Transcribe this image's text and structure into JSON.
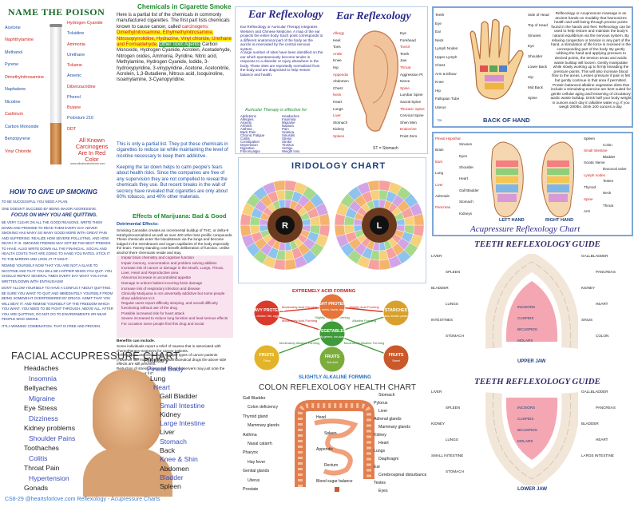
{
  "poison": {
    "title": "NAME THE POISON",
    "left_labels": [
      "Acetone",
      "Naphthylamine",
      "Methanol",
      "Pyrene",
      "Dimethylnitrosamine",
      "Naphalene",
      "Nicotine",
      "Cadmium",
      "Carbon Monoxide",
      "Benzopyrene",
      "Vinyl Chloride"
    ],
    "right_labels": [
      "Hydrogen Cyanide",
      "Toluidine",
      "Ammonia",
      "Urethane",
      "Toluene",
      "Arsenic",
      "Dibenzacridine",
      "Phenol",
      "Butane",
      "Polonium 210",
      "DDT"
    ],
    "carcinogen_note": "All Known Carcinogens Are In Red Color",
    "credit": "www.allnaturalnetwork.com"
  },
  "chemicals": {
    "title": "Chemicals in Cigarette Smoke",
    "intro": "Here is a partial list of the chemicals in commonly manufactured cigarettes. The first part lists chemicals known to cause cancer, called",
    "carcinogens_word": "carcinogens:",
    "carcinogen_list": "Dimethylnitrosamine, Ethylmethylnitrosamine, Nitrosopyrrolidine, Hydrazine, Vinyl chloride, Urethane and Formaldehyde,",
    "other_toxic": "Other Toxic Agents:",
    "toxic_list": "Carbon Monoxide, Hydrogen Cyanide, Acrolein, Acetadehyde, Nitrogen oxides, Ammonia, Pyridine, Nitric acid, Methylamine, Hydrogen Cyanide, Iodide, 3-hydroxypyridine, 3-vinypyridine, Acetone, Acetonitrile, Acrolein, 1,3-Butadiene, Nitrous acid, Isoquinoline, Isoamylamine, 3-Cyanopyridine.",
    "para2": "This is only a partial list. They put these chemicals in cigarettes to reduce tar while maintaining the level of nicotine necessary to keep them addictive.",
    "para3": "Keeping the tar down helps to calm people's fears about health risks. Since the companies are free of any supervision they are not compelled to reveal the chemicals they use. But recent breaks in the wall of secrecy have revealed that cigarettes are only about 60% tobacco, and 40% other materials.",
    "marijuana_title": "Effects of Marijuana: Bad & Good",
    "detrimental_title": "Detrimental Effects:",
    "detrimental_intro": "Smoking Cannabis creates an incremental buildup of THC, or delta-9 tetrahydrocannabinol as well as over 400 other less prolific compounds. These chemicals enter the bloodstream via the lungs and become lodged in the membranes and organ capillaries of the body especially the brain. Twenty standing cost-benefit deliberation of function. Unlike alcohol there chemicals reside and stay.",
    "effects": [
      "Impair brain chemistry and cognitive function",
      "Impair memory, concentration and problem solving abilities",
      "Increase risk of cancer or damage in the Mouth, Lungs, Throat, Liver, Heart and Reproductive area",
      "Abnormal increase in uncontrolled appetite",
      "Damage to unborn babies incurring brain damage",
      "Increase risk of respiratory infection and disease",
      "Clinically Marijuana is not universally addictive but some people show addictions to it",
      "Regular users report difficulty sleeping, and overall difficulty functioning without use of the drug",
      "Possible increased risk for heart attack",
      "Severe increased to reduce lung function and lead serious effects",
      "For occasion some people find this drug and social"
    ],
    "benefits_title": "Benefits can include.",
    "benefits": [
      "Some individuals report a relief of nausea that is associated with chemotherapy treatment for cancer patients.",
      "Relief of pain associated with multiple types of cancer patients (However like many approved pharmaceutical drugs the above side effects are still pertinent.",
      "Reduction of stress is reported though observers may just note the smoker is just \"out if it\"."
    ]
  },
  "quit": {
    "title": "HOW TO GIVE UP SMOKING",
    "subtitle": "FOCUS ON WHY YOU ARE QUITTING.",
    "lines": [
      "TO BE SUCCESSFUL YOU NEED A PLAN.",
      "ONE DOESN'T SUCCEED BY BEING MAJOR AGGRESSIVE.",
      "BE VERY CLEAR ON ALL THE GOOD REASONS. WRITE THEM DOWN AND PROMISE TO READ THEM EVERY DAY. NEVER SMOKING HAS MANY SO MANY GOOD MORE WITH GREAT PAIN AND SUFFERING. REALIZE HOW SEVERE POLLUTING, AND HOW DEATH IT IS. SMOKING FRIENDS MAY NOT BE THE BEST FRIENDS TO HAVE. ALSO WRITE DOWN ALL THE FINANCIAL, SOCIAL AND HEALTH COSTS THAT ARE GOING TO HAND YOU RATES. STICK IT TO THE MIRROR AND LOOK AT IT NIGHT.",
      "REMIND YOURSELF NOW THAT YOU ARE NOT A SLAVE TO NICOTINE AND THAT YOU WILL BE HAPPIER WHEN YOU QUIT. YOU SHOULD REPEAT SEVERAL TIMES EVERY DAY WHAT YOU HAVE WRITTEN DOWN WITH ENTHUSIASM!",
      "DON'T ALLOW YOURSELF TO HAVE A CONFLICT ABOUT QUITTING. BE SURE YOU WANT TO QUIT AND IMMEDIATELY YOURSELF FROM BEING SOMEWHAT OVERPOWERED BY DRUGS. ADMIT THAT YOU WILL BEAT IT. AND REMIND YOURSELF OF THE FREEDOM WHICH YOU WANT. YOU NEED TO BE FIGHT THROUGH. ABOVE ALL, AFTER YOU ARE QUITTING, DO NOT GO TO ENVIRONMENTS OR NEAR PEOPLE WHO SMOKE.",
      "IT'S A WINNING COMBINATION. THAT IS FREE AND PROVEN."
    ]
  },
  "ear": {
    "title1": "Ear Reflexology",
    "title2": "Ear Reflexology",
    "body": "Ear Reflexology or Auricular Therapy integrates Western and Chinese Medicine. A map of the ear projects the entire body. Each point corresponds to a different anatomical part of the body as the auricle is innervated by the central nervous system.",
    "body2": "A large number of sites have been identified on the ear which spontaneously become tender in response to a disorder or injury elsewhere in the body. These sites are reportedly normalized from the body and are diagnosed to help restore balance and health.",
    "list_title": "Auricular Therapy is effective for",
    "conditions": [
      "Addictions",
      "Allergies",
      "Anxiety",
      "Arthritis",
      "Asthma",
      "Back Pain",
      "Chronic Fatigue",
      "Colitis",
      "Constipation",
      "Depression",
      "Digestive",
      "Fibromyalgia",
      "Headaches",
      "Insomnia",
      "Migraine",
      "Nausea",
      "Pain",
      "Sciatica",
      "Sinusitis",
      "Stress",
      "Stroke",
      "Tinnitus",
      "Vertigo",
      "Weight loss"
    ],
    "points": [
      "Allergy",
      "Heel",
      "Toes",
      "Ankle",
      "Knee",
      "Hip",
      "Appendix",
      "Abdomen",
      "Chest",
      "Neck",
      "Heart",
      "Lungs",
      "Liver",
      "Stomach",
      "Kidney",
      "Spleen",
      "Eye",
      "Forehead",
      "Tonsil",
      "Teeth",
      "Jaw",
      "Throat",
      "Aggression Pt",
      "Nerve",
      "Spine",
      "Lumbar Spine",
      "Sacral Spine",
      "Thoracic Spine",
      "Cervical Spine",
      "Shen Men",
      "Endocrine",
      "Point Zero"
    ],
    "st_note": "ST = Stomach"
  },
  "iridology": {
    "title": "IRIDOLOGY CHART",
    "right_label": "R",
    "left_label": "L"
  },
  "hand": {
    "title": "BACK OF HAND",
    "credit": "TDI",
    "labels_left": [
      "Teeth",
      "Eye",
      "Ear",
      "Neck",
      "Lymph Nodes",
      "Upper Lymph",
      "Chest",
      "Arm & Elbow",
      "Knee",
      "Hip",
      "Fallopian Tube",
      "Uterus"
    ],
    "labels_right": [
      "Side of Head",
      "Top of Head",
      "Sinuses",
      "Eye",
      "Shoulder",
      "Lower Back",
      "Hip",
      "Mid Back",
      "Spine"
    ],
    "text": "Reflexology or Acupressure massage is an ancient hands-on modality that harmonizes health and well-being through precise points found in the hands and feet. Reflexology can be used to help restore and maintain the body's natural equilibrium via the nervous system. By relaxing congestion or tension in any part of the hand, a stimulation of life force is received in the corresponding part of the body. By gently rubbing the hand and applying pressure to desired points, the tension areas and acidic waste buildup will loosen. Gently manipulate while slowly working up to firmly kneading the pressure points. This will also increase blood flow to the areas. Lessen pressure if pain is felt but gently continue in that area if permitted. Protein balanced alkaline vegetarian diets that include a stimulating exercise are best suited for gentle cellular aging and lessening of circulatory acidic waste buildup. Drink half your body weight in ounces each day in alkaline water e.g. if you weigh 200lbs. drink 100 ounces a day."
  },
  "foot": {
    "title": "Acupressure Reflexology Chart",
    "left_foot": "LEFT HAND",
    "right_foot": "RIGHT HAND",
    "labels": [
      "Pineal Hypothal",
      "Sinuses",
      "Brain",
      "Eyes",
      "Ears",
      "Shoulder",
      "Lung",
      "Heart",
      "Liver",
      "Gall Bladder",
      "Adrenals",
      "Stomach",
      "Pancreas",
      "Kidneys",
      "Spleen",
      "Colon",
      "Small Intestine",
      "Bladder",
      "Sciatic Nerve",
      "Ileocecal valve",
      "Lymph nodes",
      "Testes",
      "Thyroid",
      "Neck",
      "Spine",
      "Throat",
      "Arm"
    ]
  },
  "acid": {
    "top": "EXTREMELY ACID FORMING",
    "bottom": "SLIGHTLY ALKALINE FORMING",
    "nodes": [
      {
        "name": "HEAVY PROTEINS",
        "sub": "All meats, chicken, fish, eggs, cheese",
        "color": "#d93a2b"
      },
      {
        "name": "LIGHT PROTEINS",
        "sub": "Nuts, seeds, beans, legumes",
        "color": "#e5753a"
      },
      {
        "name": "STARCHES",
        "sub": "Grains, breads, potatoes",
        "color": "#d9a02b"
      },
      {
        "name": "VEGETABLES",
        "sub": "Leafy greens, non-starchy",
        "color": "#3f9b3a"
      },
      {
        "name": "FRUITS",
        "sub": "Citrus",
        "color": "#e3b42a"
      },
      {
        "name": "FRUITS",
        "sub": "Sub-Acid",
        "color": "#7cad3b"
      },
      {
        "name": "FRUITS",
        "sub": "Sweet",
        "color": "#c9582a"
      }
    ],
    "edge_labels": [
      "Moderately Acid Forming",
      "Slightly Acid Forming",
      "Moderately Acid Forming",
      "Slightly Alkaline Forming",
      "Alkaline Forming",
      "Moderately Alkaline Forming",
      "Moderately Alkaline Forming"
    ]
  },
  "teeth": {
    "title1": "TEETH REFLEXOLOGY GUIDE",
    "title2": "TEETH REFLEXOLOGY GUIDE",
    "upper_jaw": "UPPER JAW",
    "lower_jaw": "LOWER JAW",
    "upper_labels": [
      "LIVER",
      "GALLBLADDER",
      "SPLEEN",
      "PANCREAS",
      "BLADDER",
      "KIDNEY",
      "LUNGS",
      "HEART",
      "INTESTINES",
      "SINUS",
      "STOMACH",
      "COLON",
      "INCISORS",
      "CUSPIDS",
      "BICUSPIDS",
      "MOLARS"
    ],
    "lower_labels": [
      "LIVER",
      "GALLBLADDER",
      "SPLEEN",
      "PANCREAS",
      "KIDNEY",
      "BLADDER",
      "LUNGS",
      "HEART",
      "SMALL INTESTINE",
      "LARGE INTESTINE",
      "STOMACH",
      "INCISORS",
      "CUSPIDS",
      "BICUSPIDS",
      "MOLARS"
    ]
  },
  "face": {
    "title": "FACIAL ACCUPRESSURE CHART",
    "left": [
      "Headaches",
      "Insomnia",
      "Bellyaches",
      "Migraine",
      "Eye Stress",
      "Dizziness",
      "Kidney problems",
      "Shoulder Pains",
      "Toothaches",
      "Colitis",
      "Throat Pain",
      "Hypertension",
      "Gonads"
    ],
    "right": [
      "Pituitary",
      "Pineal Body",
      "Lung",
      "Heart",
      "Gall Bladder",
      "Small Intestine",
      "Kidney",
      "Large Intestine",
      "Liver",
      "Stomach",
      "Back",
      "Knee & Shin",
      "Abdomen",
      "Bladder",
      "Spleen"
    ]
  },
  "colon": {
    "title": "COLON REFLEXOLOGY HEALTH CHART",
    "left": [
      "Gall Bladder",
      "Colon deficiency",
      "Thyroid gland",
      "Mammary glands",
      "Asthma",
      "Nasal catarrh",
      "Pharynx",
      "Hay fever",
      "Genital glands",
      "Uterus",
      "Prostate"
    ],
    "right": [
      "Stomach",
      "Pylorus",
      "Liver",
      "Adrenal glands",
      "Mammary glands",
      "Kidney",
      "Heart",
      "Lungs",
      "Diaphragm",
      "Ear",
      "Cerebrospinal disturbances",
      "Testes",
      "Eyes"
    ],
    "center": [
      "Head",
      "Spleen",
      "Appendix",
      "Rectum",
      "Blood sugar balance"
    ]
  },
  "footer": {
    "code": "CS8-29",
    "brand": "@heartsforlove.com",
    "product": "Reflexology - Acupressure Charts"
  }
}
